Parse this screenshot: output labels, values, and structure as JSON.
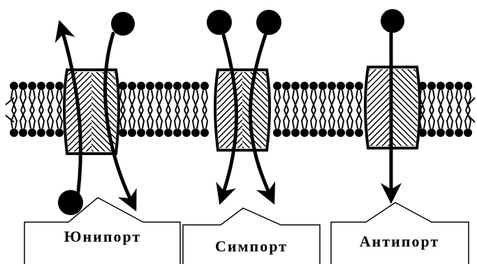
{
  "colors": {
    "ink": "#000000",
    "paper": "#ffffff"
  },
  "labels": {
    "uniport": "Юнипорт",
    "symport": "Симпорт",
    "antiport": "Антипорт"
  }
}
